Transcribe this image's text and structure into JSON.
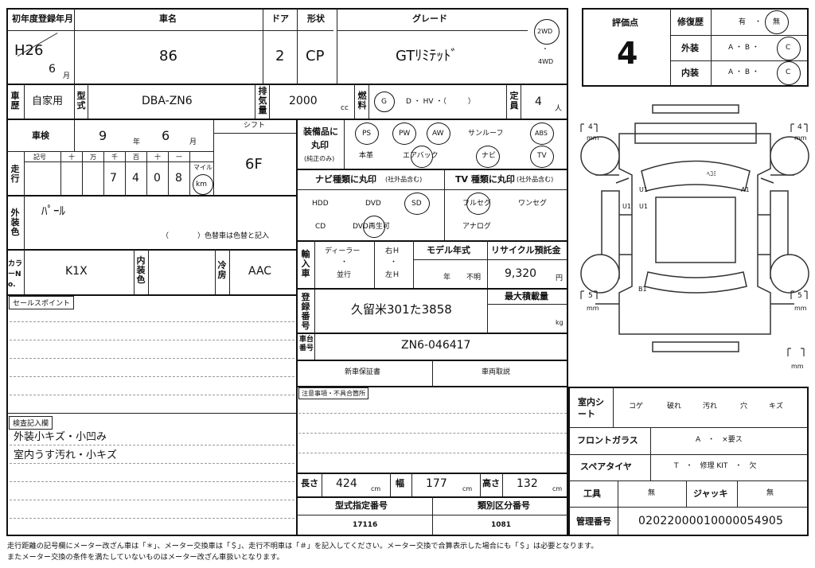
{
  "header": {
    "first_reg_label": "初年度登録年月",
    "first_reg_year": "H26",
    "first_reg_month": "6",
    "first_reg_month_unit": "月",
    "car_name_label": "車名",
    "car_name": "86",
    "door_label": "ドア",
    "doors": "2",
    "shape_label": "形状",
    "shape": "CP",
    "grade_label": "グレード",
    "grade": "GTﾘﾐﾃｯﾄﾞ",
    "drive_2wd": "2WD",
    "drive_dot": "・",
    "drive_4wd": "4WD"
  },
  "row2": {
    "history_label": "車歴",
    "history": "自家用",
    "model_label": "型式",
    "model": "DBA-ZN6",
    "displacement_label": "排気量",
    "displacement": "2000",
    "displacement_unit": "cc",
    "fuel_label": "燃料",
    "fuel_g": "G",
    "fuel_rest": "D ・ HV ・（　　　）",
    "capacity_label": "定員",
    "capacity": "4",
    "capacity_unit": "人"
  },
  "inspection": {
    "label": "車検",
    "year": "9",
    "year_unit": "年",
    "month": "6",
    "month_unit": "月",
    "shift_label": "シフト",
    "shift": "6F"
  },
  "mileage": {
    "label": "走行",
    "col_labels": [
      "記号",
      "十",
      "万",
      "千",
      "百",
      "十",
      "一"
    ],
    "digits": [
      "7",
      "4",
      "0",
      "8"
    ],
    "mile": "マイル",
    "km": "km"
  },
  "exterior_color": {
    "label": "外装色",
    "value": "ﾊﾟｰﾙ",
    "note": "（　　　　）色替車は色替と記入"
  },
  "color_no": {
    "label": "カラーNo.",
    "value": "K1X",
    "interior_label": "内装色",
    "ac_label": "冷房",
    "ac": "AAC"
  },
  "sales_point_label": "セールスポイント",
  "inspection_notes": {
    "label": "検査記入欄",
    "line1": "外装小キズ・小凹み",
    "line2": "室内うす汚れ・小キズ"
  },
  "equipment": {
    "label1": "装備品に",
    "label2": "丸印",
    "label3": "(純正のみ)",
    "ps": "PS",
    "pw": "PW",
    "aw": "AW",
    "sunroof": "サンルーフ",
    "abs": "ABS",
    "leather": "本革",
    "airbag": "エアバック",
    "navi": "ナビ",
    "tv": "TV"
  },
  "navi_type": {
    "label": "ナビ種類に丸印",
    "label_sub": "(社外品含む)",
    "hdd": "HDD",
    "dvd": "DVD",
    "sd": "SD",
    "cd": "CD",
    "dvd_play": "DVD再生可"
  },
  "tv_type": {
    "label": "TV 種類に丸印",
    "label_sub": "(社外品含む)",
    "fullseg": "フルセグ",
    "oneseg": "ワンセグ",
    "analog": "アナログ"
  },
  "import": {
    "label": "輸入車",
    "dealer": "ディーラー",
    "dot": "・",
    "parallel": "並行",
    "right": "右Ｈ",
    "left": "左Ｈ"
  },
  "model_year": {
    "label": "モデル年式",
    "year_unit": "年",
    "unknown": "不明"
  },
  "recycle": {
    "label": "リサイクル預託金",
    "value": "9,320",
    "unit": "円"
  },
  "registration": {
    "label": "登録番号",
    "value": "久留米301た3858"
  },
  "max_load": {
    "label": "最大積載量",
    "unit": "kg"
  },
  "chassis": {
    "label": "車台番号",
    "value": "ZN6-046417"
  },
  "warranty_label": "新車保証書",
  "manual_label": "車両取説",
  "caution_label": "注意事項・不具合箇所",
  "dimensions": {
    "length_label": "長さ",
    "length": "424",
    "width_label": "幅",
    "width": "177",
    "height_label": "高さ",
    "height": "132",
    "unit": "cm"
  },
  "type_designation": {
    "label": "型式指定番号",
    "value": "17116"
  },
  "class_number": {
    "label": "類別区分番号",
    "value": "1081"
  },
  "score": {
    "label": "評価点",
    "value": "4",
    "repair_label": "修復歴",
    "repair_yes": "有",
    "repair_dot": "・",
    "repair_no": "無",
    "exterior_label": "外装",
    "interior_label": "内装",
    "grade_ab": "A ・ B ・",
    "grade_c": "C"
  },
  "diagram": {
    "tl": "4",
    "tr": "4",
    "bl": "5",
    "br": "5",
    "bb": "",
    "mm": "mm",
    "marks": {
      "hekomi": "ﾍｺﾐ",
      "u1a": "U1",
      "u1b": "U1",
      "u1c": "U1",
      "a1": "A1",
      "b1": "B1"
    }
  },
  "interior_sheet": {
    "label": "室内シート",
    "items": [
      "コゲ",
      "破れ",
      "汚れ",
      "穴",
      "キズ"
    ]
  },
  "windshield": {
    "label": "フロントガラス",
    "value": "A　・　×要ス"
  },
  "spare": {
    "label": "スペアタイヤ",
    "value": "T　・　修理 KIT　・　欠"
  },
  "tools": {
    "label": "工具",
    "value": "無",
    "jack_label": "ジャッキ",
    "jack": "無"
  },
  "management": {
    "label": "管理番号",
    "value": "02022000010000054905"
  },
  "footer": {
    "line1": "走行距離の記号欄にメーター改ざん車は「＊」、メーター交換車は「＄」、走行不明車は「＃」を記入してください。メーター交換で合算表示した場合にも「＄」は必要となります。",
    "line2": "またメーター交換の条件を満たしていないものはメーター改ざん車扱いとなります。"
  }
}
